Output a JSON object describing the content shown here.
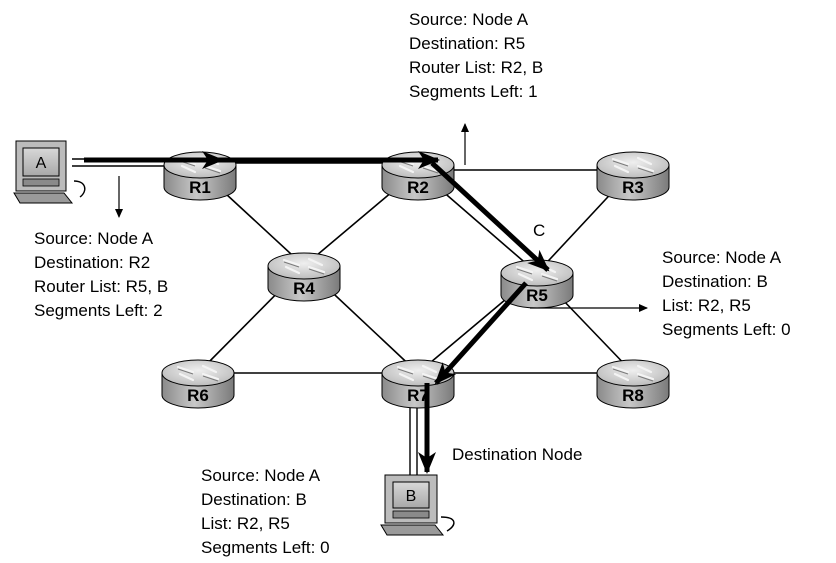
{
  "routers": [
    {
      "id": "R1",
      "label": "R1"
    },
    {
      "id": "R2",
      "label": "R2"
    },
    {
      "id": "R3",
      "label": "R3"
    },
    {
      "id": "R4",
      "label": "R4"
    },
    {
      "id": "R5",
      "label": "R5"
    },
    {
      "id": "R6",
      "label": "R6"
    },
    {
      "id": "R7",
      "label": "R7"
    },
    {
      "id": "R8",
      "label": "R8"
    }
  ],
  "hosts": {
    "a": {
      "label": "A"
    },
    "b": {
      "label": "B"
    }
  },
  "point_c_label": "C",
  "destination_label": "Destination Node",
  "annotations": {
    "at_r2": {
      "source": "Source:  Node A",
      "destination": "Destination:  R5",
      "list": "Router List:  R2, B",
      "segments": "Segments Left:  1"
    },
    "at_r1": {
      "source": "Source:  Node A",
      "destination": "Destination:  R2",
      "list": "Router List:  R5, B",
      "segments": "Segments Left:  2"
    },
    "at_r5": {
      "source": "Source:  Node A",
      "destination": "Destination:  B",
      "list": "List:  R2, R5",
      "segments": "Segments Left:  0"
    },
    "at_b": {
      "source": "Source:  Node A",
      "destination": "Destination:  B",
      "list": "List:  R2, R5",
      "segments": "Segments Left:  0"
    }
  }
}
